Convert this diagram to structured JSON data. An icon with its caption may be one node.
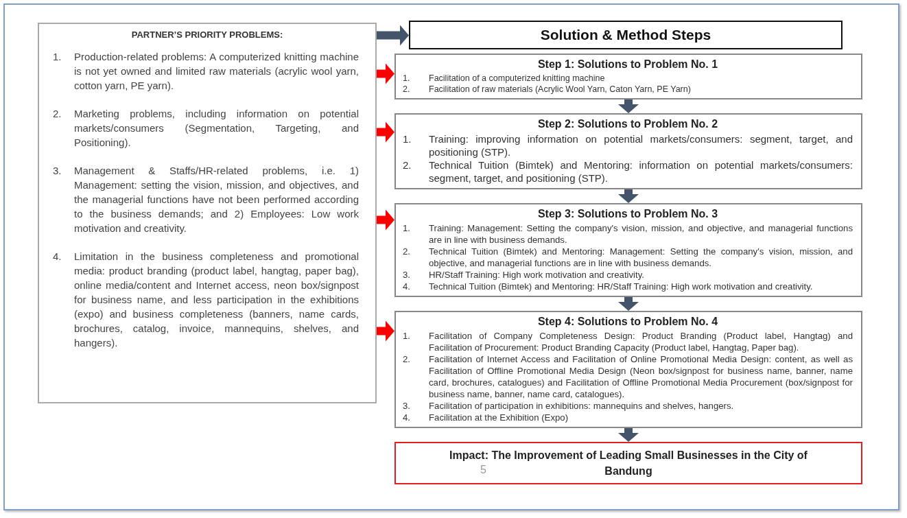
{
  "diagram": {
    "nodes": [
      {
        "text": [
          "PARTNER’S PRIORITY PROBLEMS:"
        ]
      },
      {
        "text": [
          "1.",
          "Production-related problems: A computerized knitting machine is not yet owned and limited raw materials (acrylic wool yarn, cotton yarn, PE yarn)."
        ],
        "in": 0
      },
      {
        "text": [
          "2.",
          "Marketing problems, including information on potential markets/consumers (Segmentation, Targeting, and Positioning)."
        ],
        "in": 0
      },
      {
        "text": [
          "3.",
          "Management & Staffs/HR-related problems, i.e. 1) Management: setting the vision, mission, and objectives, and the managerial functions have not been performed according to the business demands; and 2) Employees: Low work motivation and creativity."
        ],
        "in": 0
      },
      {
        "text": [
          "4.",
          "Limitation in the business completeness and promotional media: product branding (product label, hangtag, paper bag), online media/content and Internet access, neon box/signpost for business name, and less participation in the exhibitions (expo) and business completeness (banners, name cards, brochures, catalog, invoice, mannequins, shelves, and hangers)."
        ],
        "in": 0
      },
      {
        "text": [
          "Solution & Method Steps"
        ]
      },
      {
        "text": [
          "Step 1: Solutions to Problem No. 1",
          "1.",
          "Facilitation of a computerized knitting machine",
          "2.",
          "Facilitation of raw materials (Acrylic Wool Yarn, Caton Yarn, PE Yarn)"
        ]
      },
      {
        "text": [
          "Step 2: Solutions to Problem No. 2",
          "1.",
          "Training: improving information on potential markets/consumers: segment, target, and positioning (STP).",
          "2.",
          "Technical Tuition (Bimtek) and Mentoring: information on potential markets/consumers: segment, target, and positioning (STP)."
        ]
      },
      {
        "text": [
          "Step 3: Solutions to Problem No. 3",
          "1.",
          "Training: Management: Setting the company's vision, mission, and objective, and managerial functions are in line with business demands.",
          "2.",
          "Technical Tuition (Bimtek) and Mentoring: Management: Setting the company's vision, mission, and objective, and managerial functions are in line with business demands.",
          "3.",
          "HR/Staff Training: High work motivation and creativity.",
          "4.",
          "Technical Tuition (Bimtek) and Mentoring: HR/Staff Training: High work motivation and creativity."
        ]
      },
      {
        "text": [
          "Step 4: Solutions to Problem No. 4",
          "1.",
          "Facilitation of Company Completeness Design: Product Branding (Product label, Hangtag) and Facilitation of Procurement: Product Branding Capacity (Product label, Hangtag, Paper bag).",
          "2.",
          "Facilitation of Internet Access and Facilitation of Online Promotional Media Design: content, as well as Facilitation of Offline Promotional Media Design (Neon box/signpost for business name, banner, name card, brochures, catalogues) and Facilitation of Offline Promotional Media Procurement (box/signpost for business name, banner, name card, catalogues).",
          "3.",
          "Facilitation of participation in exhibitions: mannequins and shelves, hangers.",
          "4.",
          "Facilitation at the Exhibition (Expo)"
        ]
      },
      {
        "text": [
          "Impact: The Improvement of Leading Small Businesses in the City of Bandung"
        ]
      }
    ],
    "edges": [
      {
        "from": 0,
        "to": 5,
        "arrow": "to"
      },
      {
        "from": 1,
        "to": 6,
        "arrow": "to",
        "color": "#ff0000"
      },
      {
        "from": 2,
        "to": 7,
        "arrow": "to",
        "color": "#ff0000"
      },
      {
        "from": 3,
        "to": 8,
        "arrow": "to",
        "color": "#ff0000"
      },
      {
        "from": 4,
        "to": 9,
        "arrow": "to",
        "color": "#ff0000"
      },
      {
        "from": 6,
        "to": 7,
        "arrow": "to"
      },
      {
        "from": 7,
        "to": 8,
        "arrow": "to"
      },
      {
        "from": 8,
        "to": 9,
        "arrow": "to"
      },
      {
        "from": 9,
        "to": 10,
        "arrow": "to"
      }
    ],
    "labels": [
      "5"
    ]
  }
}
